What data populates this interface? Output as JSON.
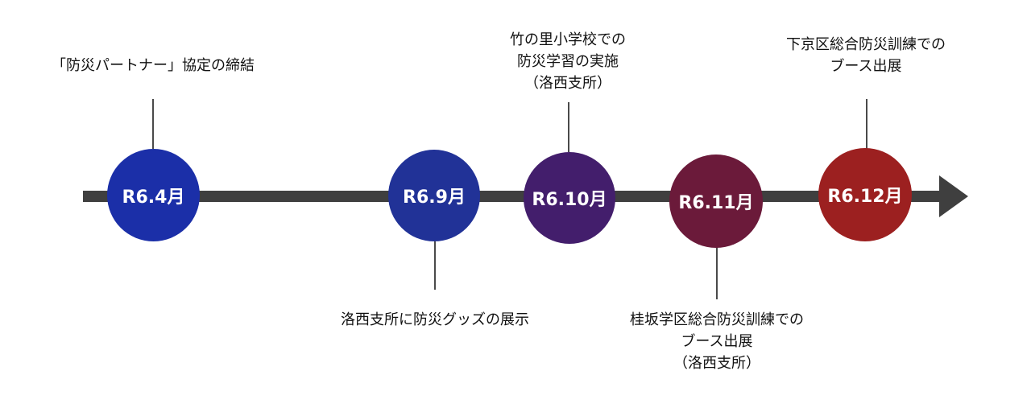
{
  "events": [
    {
      "date": "R6.4月",
      "color": "#1b2fa8",
      "label": "「防災パートナー」協定の締結"
    },
    {
      "date": "R6.9月",
      "color": "#213297",
      "label": "洛西支所に防災グッズの展示"
    },
    {
      "date": "R6.10月",
      "color": "#431e6c",
      "label": "竹の里小学校での\n防災学習の実施\n（洛西支所）"
    },
    {
      "date": "R6.11月",
      "color": "#6b1a3a",
      "label": "桂坂学区総合防災訓練での\nブース出展\n（洛西支所）"
    },
    {
      "date": "R6.12月",
      "color": "#9c2020",
      "label": "下京区総合防災訓練での\nブース出展"
    }
  ]
}
